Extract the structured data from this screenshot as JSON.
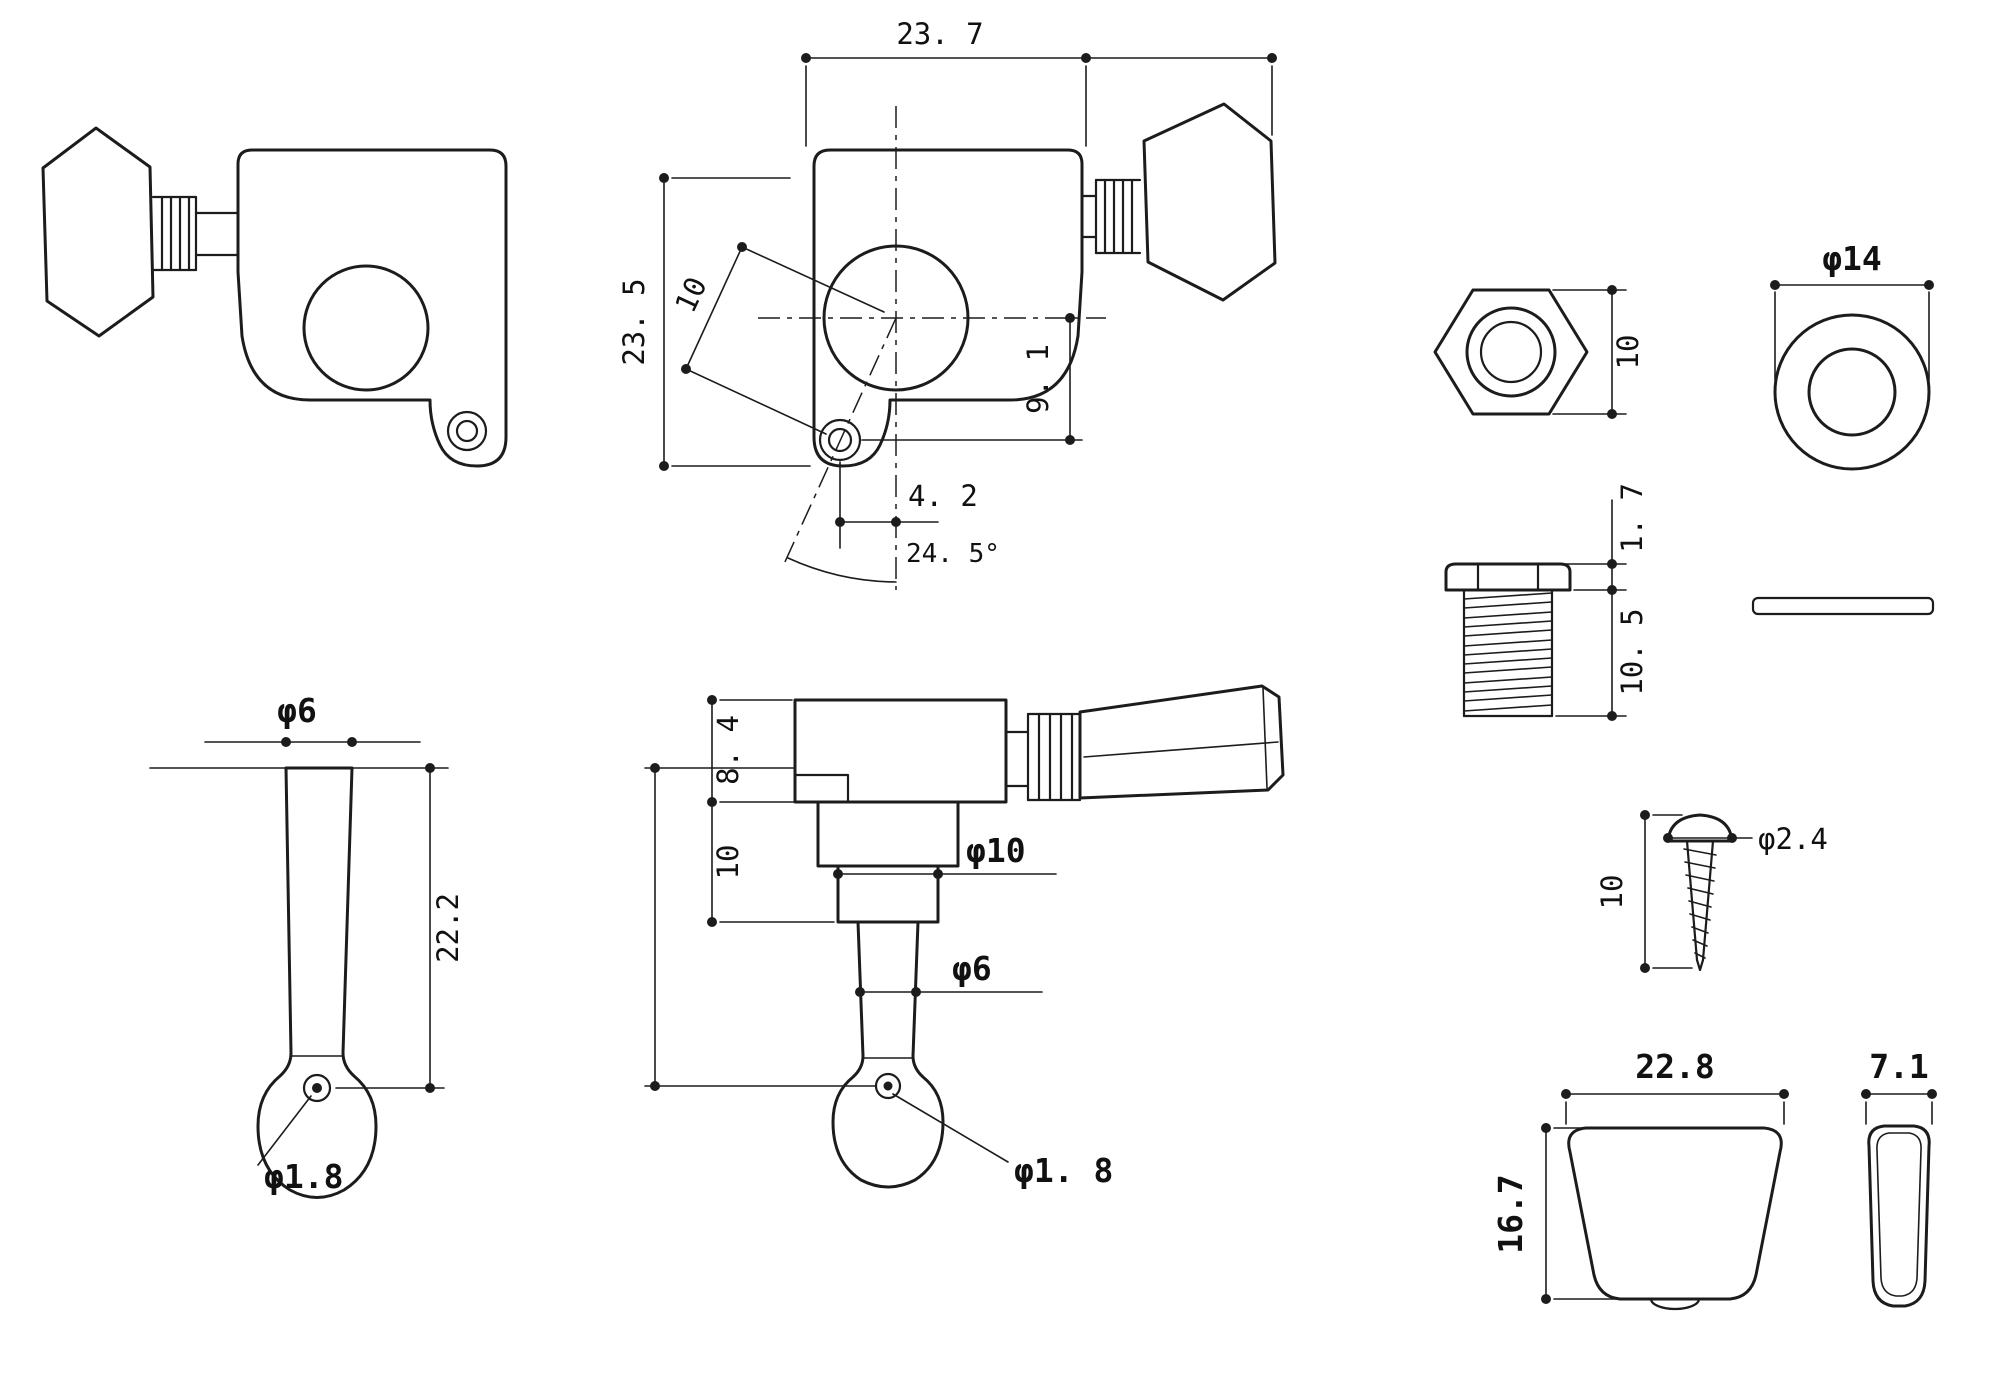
{
  "page": {
    "background": "#ffffff",
    "line_color": "#1c1c1c"
  },
  "views": {
    "tuner_side_dimensioned": {
      "width": "23. 7",
      "height": "23. 5",
      "hole_offset_diagonal": "10",
      "hole_drop": "9. 1",
      "hole_offset_x": "4. 2",
      "angle": "24. 5°"
    },
    "hex_nut": {
      "across_flats": "10"
    },
    "washer": {
      "diameter": "φ14"
    },
    "bushing": {
      "flange_height": "1. 7",
      "thread_length": "10. 5"
    },
    "string_post": {
      "diameter": "φ6",
      "length": "22.2",
      "hole_diameter": "φ1.8"
    },
    "tuner_elevation": {
      "body_height": "8. 4",
      "step_height": "10",
      "flange_diameter": "φ10",
      "post_diameter": "φ6",
      "hole_diameter": "φ1. 8"
    },
    "wood_screw": {
      "head_diameter": "φ2.4",
      "length": "10"
    },
    "button": {
      "width": "22.8",
      "height": "16.7",
      "depth": "7.1"
    }
  }
}
